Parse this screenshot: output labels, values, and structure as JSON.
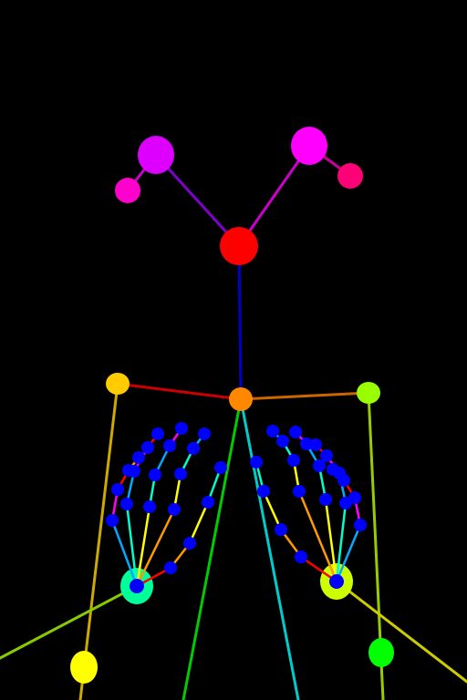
{
  "background_color": "#000000",
  "keypoint_color_hand": "#0000ff",
  "skeleton": {
    "bones": [
      {
        "name": "neck",
        "color": "#0000cc"
      },
      {
        "name": "head-left",
        "color": "#7f00cc"
      },
      {
        "name": "head-right",
        "color": "#cc00cc"
      },
      {
        "name": "eye-ear-left",
        "color": "#cc00cc"
      },
      {
        "name": "eye-ear-right",
        "color": "#cc0099"
      },
      {
        "name": "shoulder-right",
        "color": "#cc0000"
      },
      {
        "name": "shoulder-left",
        "color": "#cc6600"
      },
      {
        "name": "upper-arm-right",
        "color": "#ccaa00"
      },
      {
        "name": "upper-arm-left",
        "color": "#99cc00"
      },
      {
        "name": "forearm-right",
        "color": "#88cc00"
      },
      {
        "name": "forearm-left",
        "color": "#cccc00"
      },
      {
        "name": "torso-right",
        "color": "#00cc00"
      },
      {
        "name": "torso-left",
        "color": "#00cccc"
      }
    ],
    "joints": [
      {
        "name": "nose",
        "color": "#ff0000"
      },
      {
        "name": "eye-right",
        "color": "#dd00ff"
      },
      {
        "name": "eye-left",
        "color": "#ff00ff"
      },
      {
        "name": "ear-right",
        "color": "#ff00cc"
      },
      {
        "name": "ear-left",
        "color": "#ff0077"
      },
      {
        "name": "neck-joint",
        "color": "#ff8800"
      },
      {
        "name": "shoulder-right-joint",
        "color": "#ffcc00"
      },
      {
        "name": "shoulder-left-joint",
        "color": "#99ff00"
      },
      {
        "name": "elbow-right-joint",
        "color": "#ffff00"
      },
      {
        "name": "elbow-left-joint",
        "color": "#00ff00"
      },
      {
        "name": "wrist-right-joint",
        "color": "#00ff99"
      },
      {
        "name": "wrist-left-joint",
        "color": "#ccff00"
      }
    ]
  },
  "hands": {
    "finger_colors": [
      "#ff0000",
      "#ff9900",
      "#ffff00",
      "#00ffcc",
      "#00aaff",
      "#ff00ff"
    ]
  }
}
